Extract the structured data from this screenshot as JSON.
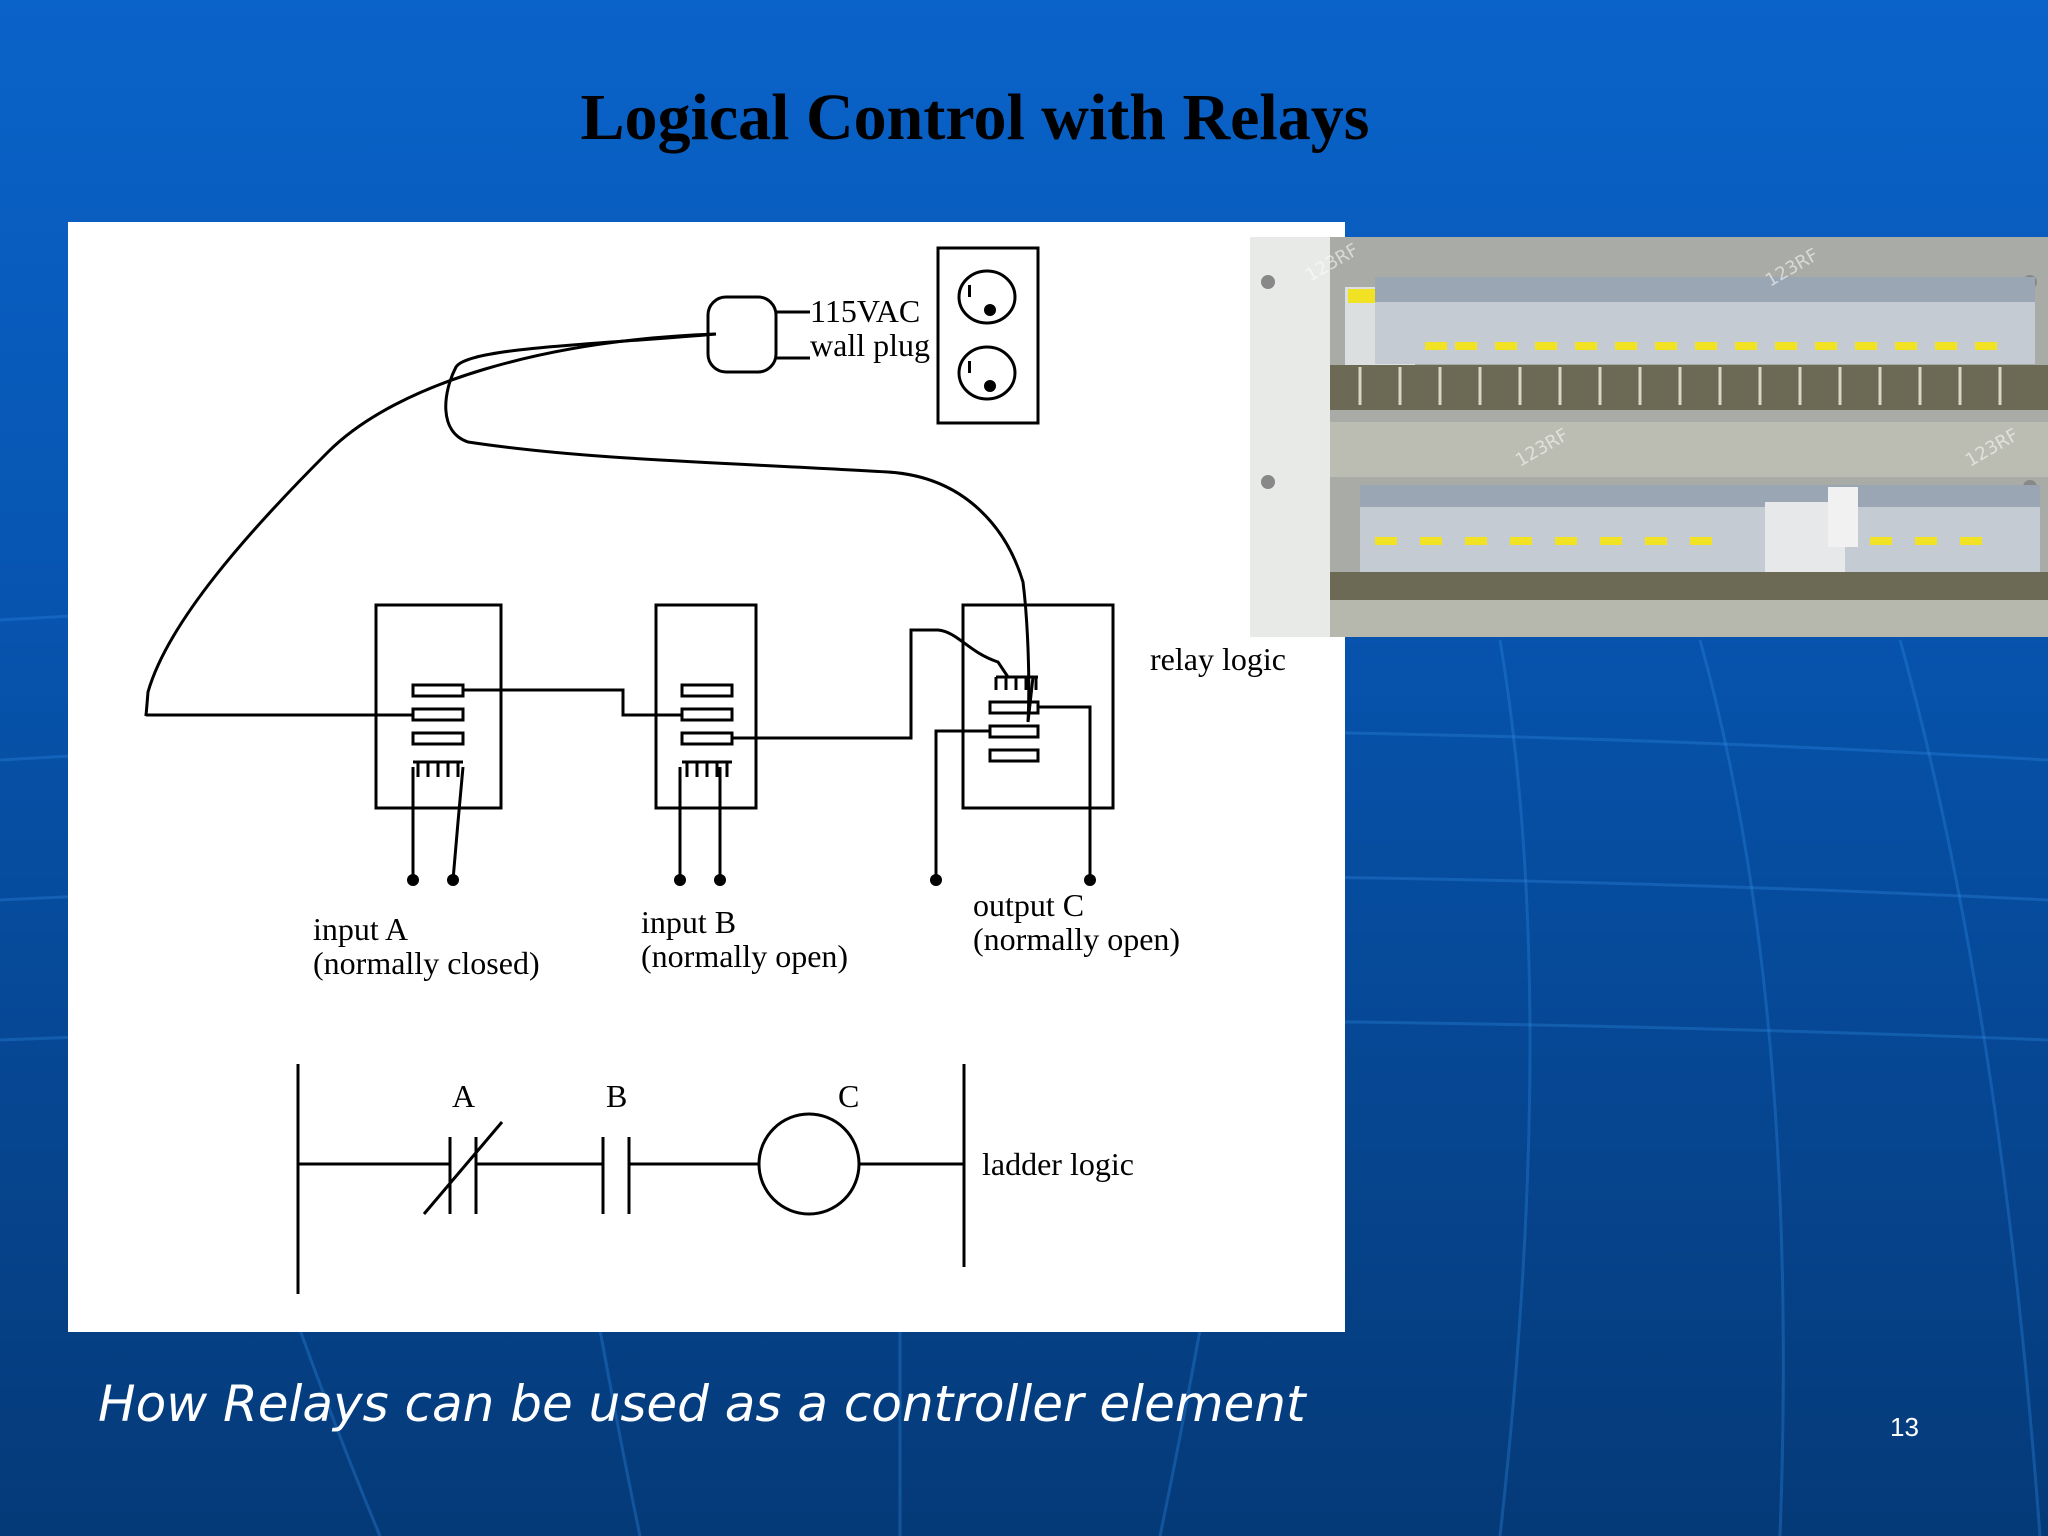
{
  "slide": {
    "title": "Logical Control with Relays",
    "caption": "How Relays can be used as a controller element",
    "page_number": "13"
  },
  "diagram": {
    "plug_label_line1": "115VAC",
    "plug_label_line2": "wall plug",
    "relay_logic_label": "relay logic",
    "input_a_line1": "input A",
    "input_a_line2": "(normally closed)",
    "input_b_line1": "input B",
    "input_b_line2": "(normally open)",
    "output_c_line1": "output C",
    "output_c_line2": "(normally open)",
    "ladder_a": "A",
    "ladder_b": "B",
    "ladder_c": "C",
    "ladder_logic_label": "ladder logic"
  },
  "photo": {
    "watermark": "123RF"
  },
  "colors": {
    "background_top": "#0a63c9",
    "background_bottom": "#053a78",
    "caption_text": "#ffffff",
    "title_text": "#000000"
  }
}
